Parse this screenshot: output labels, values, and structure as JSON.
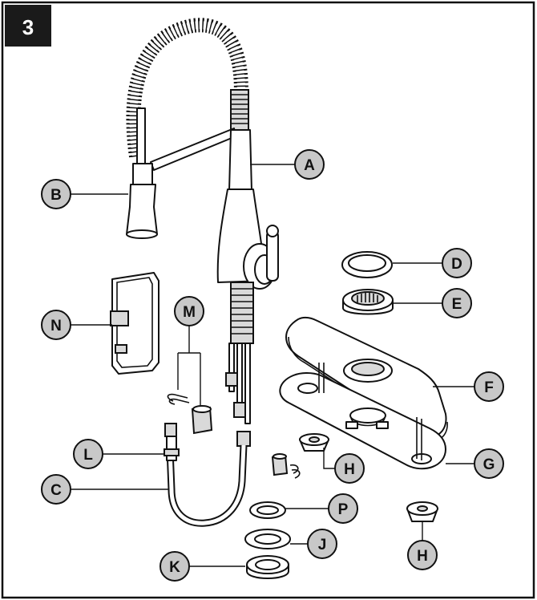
{
  "step": {
    "number": "3"
  },
  "callouts": [
    {
      "id": "A",
      "label": "A"
    },
    {
      "id": "B",
      "label": "B"
    },
    {
      "id": "C",
      "label": "C"
    },
    {
      "id": "D",
      "label": "D"
    },
    {
      "id": "E",
      "label": "E"
    },
    {
      "id": "F",
      "label": "F"
    },
    {
      "id": "G",
      "label": "G"
    },
    {
      "id": "H1",
      "label": "H"
    },
    {
      "id": "H2",
      "label": "H"
    },
    {
      "id": "J",
      "label": "J"
    },
    {
      "id": "K",
      "label": "K"
    },
    {
      "id": "L",
      "label": "L"
    },
    {
      "id": "M",
      "label": "M"
    },
    {
      "id": "N",
      "label": "N"
    },
    {
      "id": "P",
      "label": "P"
    }
  ],
  "colors": {
    "callout_fill": "#c8c8c8",
    "line": "#111111",
    "step_badge": "#1a1a1a"
  }
}
